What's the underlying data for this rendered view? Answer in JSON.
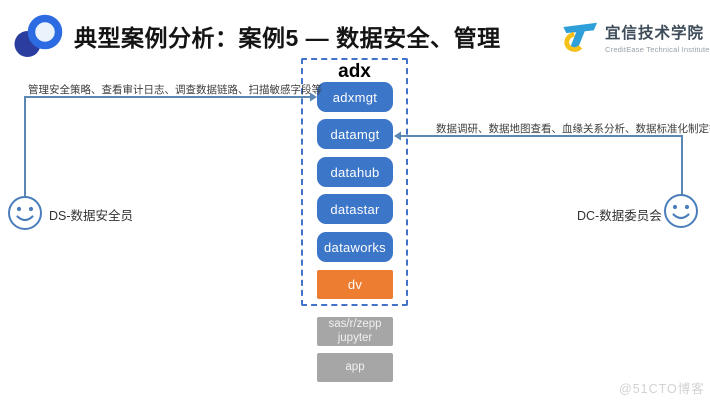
{
  "slide": {
    "title": "典型案例分析：案例5 — 数据安全、管理",
    "brand": {
      "name": "宜信技术学院",
      "subtitle": "CreditEase Technical Institute"
    },
    "watermark": "@51CTO博客"
  },
  "diagram": {
    "adx_group": {
      "label": "adx",
      "modules": [
        {
          "label": "adxmgt"
        },
        {
          "label": "datamgt"
        },
        {
          "label": "datahub"
        },
        {
          "label": "datastar"
        },
        {
          "label": "dataworks"
        },
        {
          "label": "dv"
        }
      ]
    },
    "external_tools": [
      {
        "label": "sas/r/zepp\njupyter"
      },
      {
        "label": "app"
      }
    ],
    "actors": {
      "security_officer": {
        "label": "DS-数据安全员",
        "annotation": "管理安全策略、查看审计日志、调查数据链路、扫描敏感字段等",
        "connects_to": "adxmgt"
      },
      "data_committee": {
        "label": "DC-数据委员会",
        "annotation": "数据调研、数据地图查看、血缘关系分析、数据标准化制定等",
        "connects_to": "datamgt"
      }
    }
  },
  "colors": {
    "module_blue": "#3c76c8",
    "module_orange": "#ed7d31",
    "tool_gray": "#a6a6a6",
    "dashed_border": "#4273c8",
    "connector": "#5b87b5",
    "smiley_outline": "#4a7ebb",
    "logo_dark_blue": "#2b3d9e",
    "logo_ring_blue": "#2c6be2",
    "brand_blue": "#2e9fd8",
    "brand_yellow": "#f3c117"
  }
}
